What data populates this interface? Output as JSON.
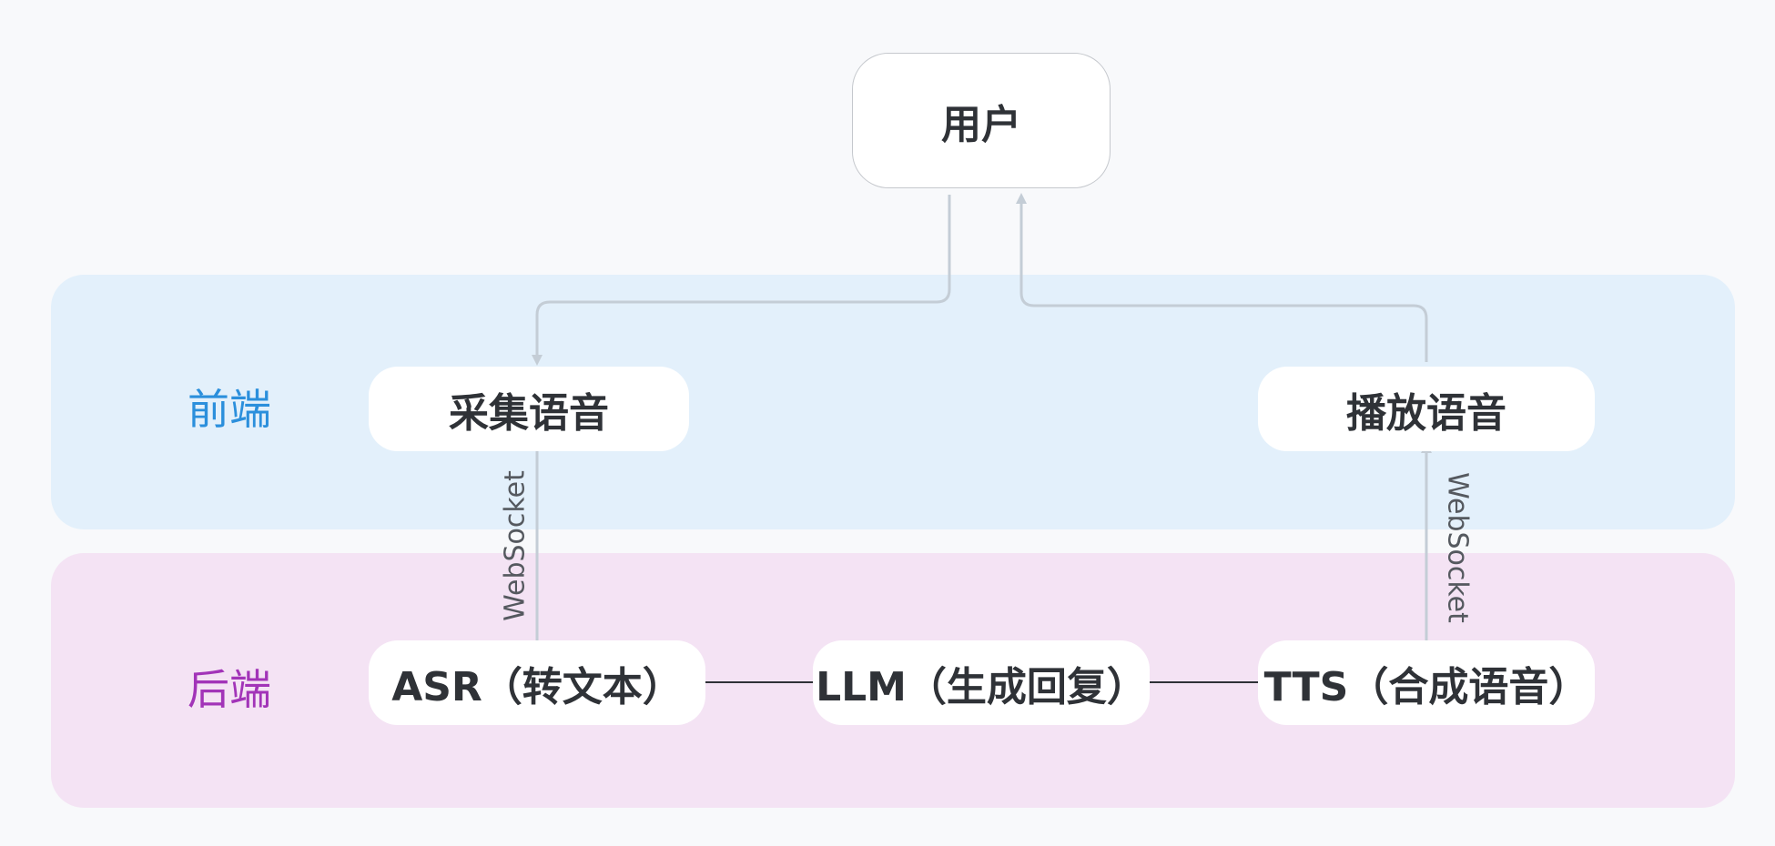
{
  "lanes": {
    "frontend": {
      "label": "前端",
      "color": "#2b8fdc",
      "background": "#e3f0fb"
    },
    "backend": {
      "label": "后端",
      "color": "#a234b8",
      "background": "#f4e3f4"
    }
  },
  "nodes": {
    "user": "用户",
    "capture": "采集语音",
    "playback": "播放语音",
    "asr": "ASR（转文本）",
    "llm": "LLM（生成回复）",
    "tts": "TTS（合成语音）"
  },
  "edges": {
    "capture_to_asr": "WebSocket",
    "tts_to_playback": "WebSocket"
  },
  "colors": {
    "connector": "#c4cdd6",
    "arrow_dark": "#2f3237"
  }
}
